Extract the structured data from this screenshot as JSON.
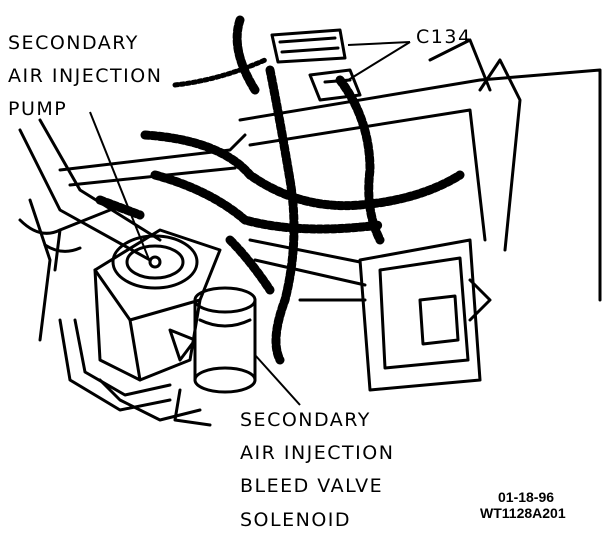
{
  "labels": {
    "pump": [
      "SECONDARY",
      "AIR INJECTION",
      "PUMP"
    ],
    "connector": "C134",
    "solenoid": [
      "SECONDARY",
      "AIR INJECTION",
      "BLEED VALVE",
      "SOLENOID"
    ]
  },
  "figure_code": {
    "date": "01-18-96",
    "id": "WT1128A201"
  }
}
